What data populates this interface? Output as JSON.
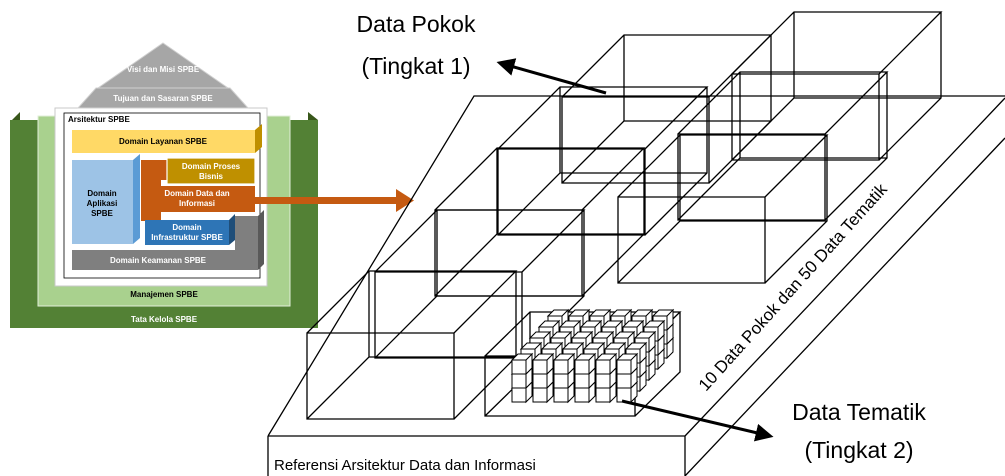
{
  "labels": {
    "data_pokok_line1": "Data Pokok",
    "data_pokok_line2": "(Tingkat 1)",
    "data_tematik_line1": "Data Tematik",
    "data_tematik_line2": "(Tingkat 2)",
    "diagonal": "10 Data Pokok dan 50 Data Tematik",
    "platform": "Referensi Arsitektur Data dan Informasi"
  },
  "house": {
    "roof_top": "Visi dan Misi SPBE",
    "roof_bottom": "Tujuan dan Sasaran SPBE",
    "arsitektur": "Arsitektur SPBE",
    "layanan": "Domain Layanan SPBE",
    "aplikasi": [
      "Domain",
      "Aplikasi",
      "SPBE"
    ],
    "proses": [
      "Domain Proses",
      "Bisnis"
    ],
    "data_info": [
      "Domain Data dan",
      "Informasi"
    ],
    "infrastruktur": [
      "Domain",
      "Infrastruktur SPBE"
    ],
    "keamanan": "Domain Keamanan SPBE",
    "manajemen": "Manajemen SPBE",
    "tata_kelola": "Tata Kelola SPBE"
  },
  "colors": {
    "roof": "#a6a6a6",
    "green_dark": "#538135",
    "green_light": "#a9d18e",
    "layanan": "#ffd966",
    "aplikasi": "#9dc3e6",
    "proses": "#bf9000",
    "data_info": "#c55a11",
    "infrastruktur": "#2e75b6",
    "keamanan": "#7f7f7f",
    "arrow": "#c55a11"
  }
}
